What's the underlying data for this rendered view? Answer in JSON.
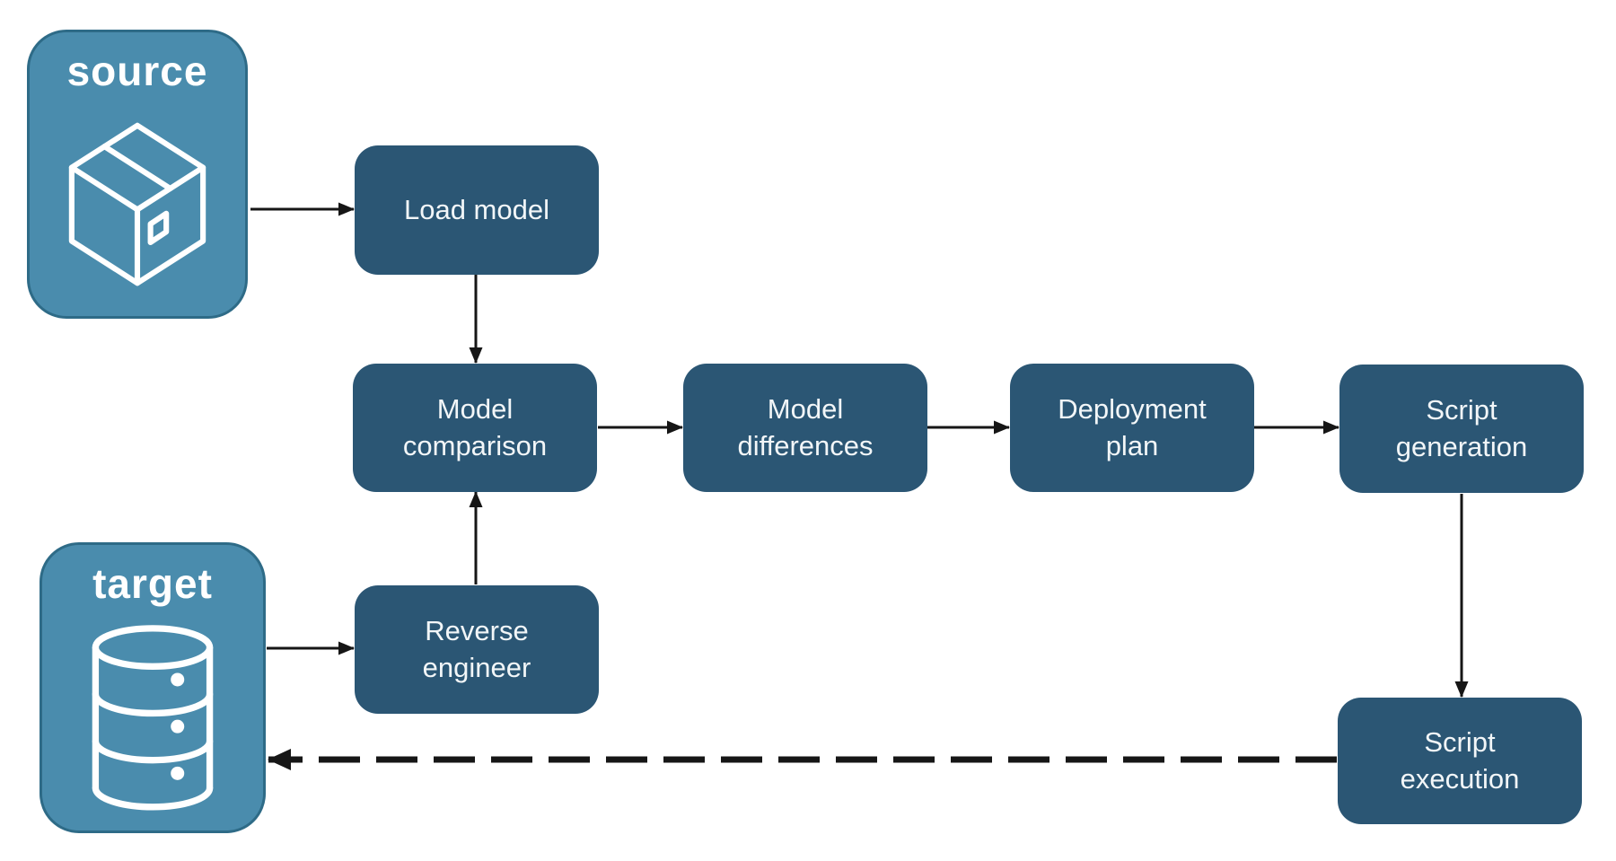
{
  "diagram": {
    "background": "#ffffff",
    "colors": {
      "node_fill_dark": "#2b5674",
      "node_fill_light": "#4a8cad",
      "node_border_light": "#2e6b87",
      "node_text": "#f2f6f8",
      "arrow": "#161616"
    },
    "nodes": {
      "source": {
        "label": "source",
        "icon": "package-icon"
      },
      "target": {
        "label": "target",
        "icon": "database-icon"
      },
      "load_model": {
        "label": "Load model"
      },
      "model_comparison": {
        "label": "Model\ncomparison"
      },
      "model_differences": {
        "label": "Model\ndifferences"
      },
      "deployment_plan": {
        "label": "Deployment\nplan"
      },
      "script_generation": {
        "label": "Script\ngeneration"
      },
      "reverse_engineer": {
        "label": "Reverse\nengineer"
      },
      "script_execution": {
        "label": "Script\nexecution"
      }
    },
    "edges": [
      {
        "from": "source",
        "to": "load_model",
        "style": "solid"
      },
      {
        "from": "load_model",
        "to": "model_comparison",
        "style": "solid"
      },
      {
        "from": "model_comparison",
        "to": "model_differences",
        "style": "solid"
      },
      {
        "from": "model_differences",
        "to": "deployment_plan",
        "style": "solid"
      },
      {
        "from": "deployment_plan",
        "to": "script_generation",
        "style": "solid"
      },
      {
        "from": "script_generation",
        "to": "script_execution",
        "style": "solid"
      },
      {
        "from": "target",
        "to": "reverse_engineer",
        "style": "solid"
      },
      {
        "from": "reverse_engineer",
        "to": "model_comparison",
        "style": "solid"
      },
      {
        "from": "script_execution",
        "to": "target",
        "style": "dashed"
      }
    ]
  }
}
